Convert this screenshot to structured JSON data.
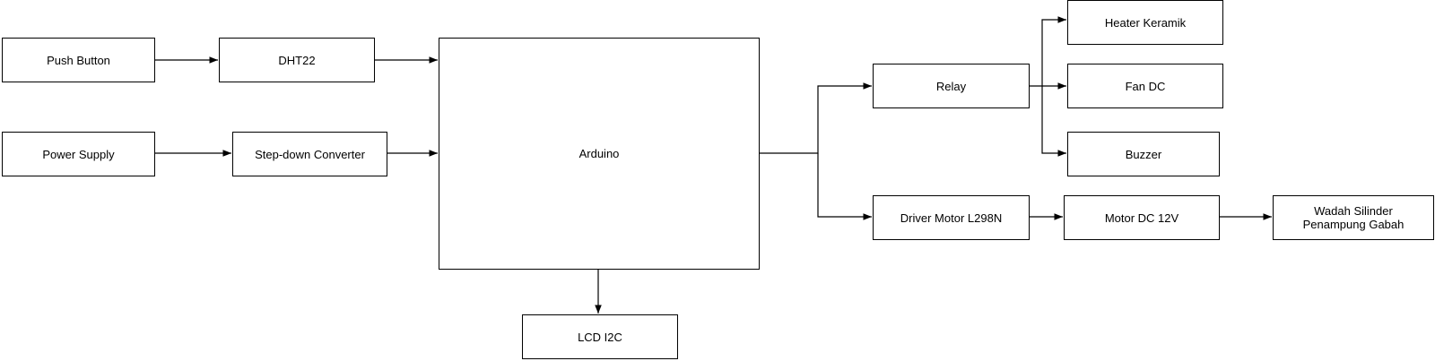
{
  "blocks": {
    "push_button": "Push Button",
    "dht22": "DHT22",
    "power_supply": "Power Supply",
    "step_down": "Step-down Converter",
    "arduino": "Arduino",
    "lcd": "LCD I2C",
    "relay": "Relay",
    "heater": "Heater Keramik",
    "fan": "Fan DC",
    "buzzer": "Buzzer",
    "driver_motor": "Driver Motor L298N",
    "motor_dc": "Motor DC 12V",
    "wadah": "Wadah Silinder\nPenampung Gabah"
  },
  "connections": [
    [
      "push_button",
      "dht22"
    ],
    [
      "dht22",
      "arduino"
    ],
    [
      "power_supply",
      "step_down"
    ],
    [
      "step_down",
      "arduino"
    ],
    [
      "arduino",
      "lcd"
    ],
    [
      "arduino",
      "relay"
    ],
    [
      "arduino",
      "driver_motor"
    ],
    [
      "relay",
      "heater"
    ],
    [
      "relay",
      "fan"
    ],
    [
      "relay",
      "buzzer"
    ],
    [
      "driver_motor",
      "motor_dc"
    ],
    [
      "motor_dc",
      "wadah"
    ]
  ]
}
